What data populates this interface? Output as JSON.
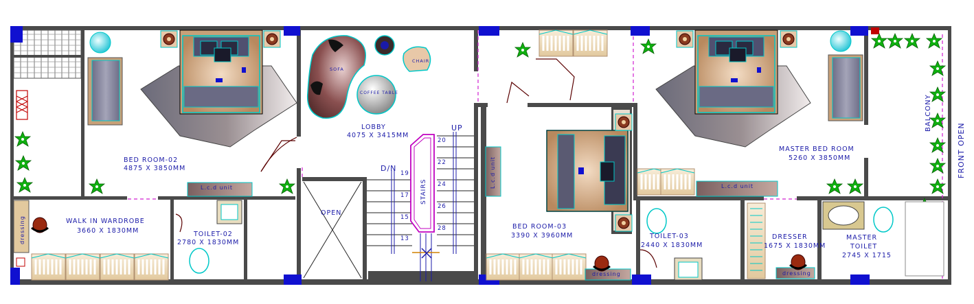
{
  "rooms": {
    "bedroom2": {
      "name": "BED ROOM-02",
      "dims": "4875 X 3850MM"
    },
    "lobby": {
      "name": "LOBBY",
      "dims": "4075 X 3415MM"
    },
    "master_bedroom": {
      "name": "MASTER BED ROOM",
      "dims": "5260 X 3850MM"
    },
    "walkin": {
      "name": "WALK IN WARDROBE",
      "dims": "3660 X 1830MM"
    },
    "toilet2": {
      "name": "TOILET-02",
      "dims": "2780 X 1830MM"
    },
    "bedroom3": {
      "name": "BED ROOM-03",
      "dims": "3390 X 3960MM"
    },
    "toilet3": {
      "name": "TOILET-03",
      "dims": "2440 X 1830MM"
    },
    "dresser": {
      "name": "DRESSER",
      "dims": "1675 X 1830MM"
    },
    "master_toilet": {
      "name1": "MASTER",
      "name2": "TOILET",
      "dims": "2745 X 1715"
    }
  },
  "labels": {
    "open": "OPEN",
    "stairs": "STAIRS",
    "up": "UP",
    "down": "D/N",
    "balcony": "BALCONY",
    "front_open": "FRONT OPEN",
    "lcd1": "L.c.d unit",
    "lcd2": "L.c.d unit",
    "lcd3": "L.c.d unit",
    "sofa": "SOFA",
    "chair": "CHAIR",
    "coffee_table": "COFFEE TABLE",
    "dressing1": "dressing",
    "dressing2": "dressing",
    "dressing3": "dressing"
  },
  "stair_steps": {
    "left": [
      "19",
      "17",
      "15",
      "13"
    ],
    "right": [
      "20",
      "22",
      "24",
      "26",
      "28"
    ]
  },
  "colors": {
    "wall": "#4a4a4a",
    "column": "#1010d0",
    "text": "#1a1aa8",
    "furniture_edge": "#00c8c8",
    "plant": "#10b010",
    "door": "#5a0000"
  }
}
